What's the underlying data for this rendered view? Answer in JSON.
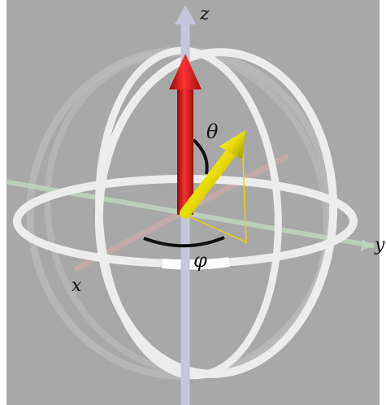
{
  "labels": {
    "z_axis": "z",
    "x_axis": "x",
    "y_axis": "y",
    "theta": "θ",
    "phi": "φ"
  },
  "colors": {
    "background": "#a8a8a8",
    "sphere_ring": "#ececec",
    "sphere_ring_back": "#b9b9b9",
    "z_axis": "#c4c6dc",
    "x_axis": "#c9aaaa",
    "y_axis": "#bcd3bc",
    "z_arrow": "#e01818",
    "state_vector": "#e8e000",
    "projection_line": "#f2d000",
    "angle_arc": "#111111"
  },
  "icons": {
    "z_arrow": "arrow-up-icon",
    "state_vector": "arrow-icon"
  }
}
